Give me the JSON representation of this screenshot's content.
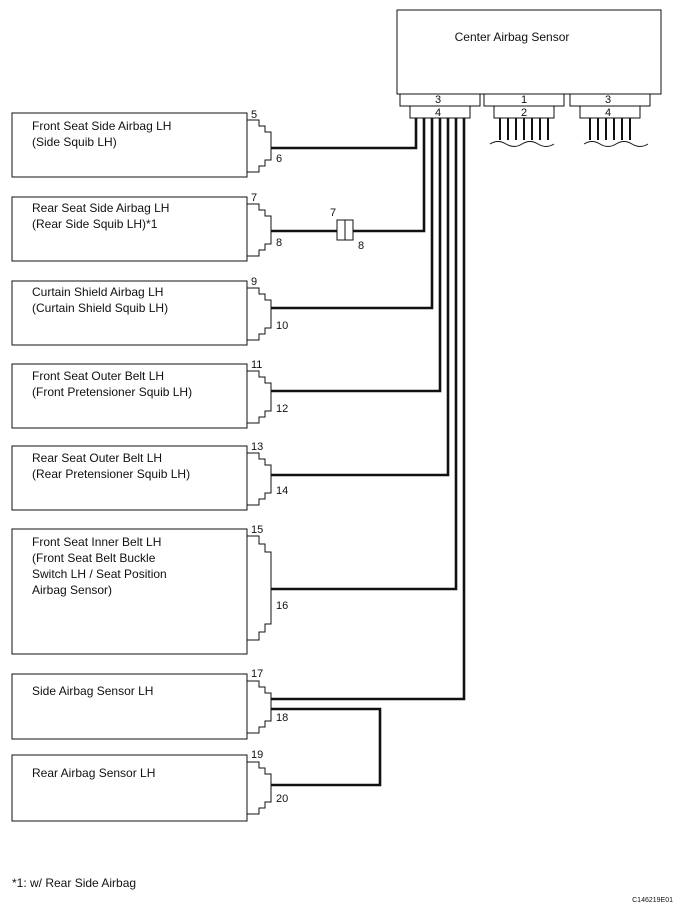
{
  "center": {
    "title": "Center Airbag Sensor",
    "connectors": [
      {
        "top": "3",
        "bottom": "4"
      },
      {
        "top": "1",
        "bottom": "2"
      },
      {
        "top": "3",
        "bottom": "4"
      }
    ]
  },
  "components": [
    {
      "lines": [
        "Front Seat Side Airbag LH",
        "(Side Squib LH)"
      ],
      "pin_top": "5",
      "pin_bottom": "6"
    },
    {
      "lines": [
        "Rear Seat Side Airbag LH",
        "(Rear Side Squib LH)*1"
      ],
      "pin_top": "7",
      "pin_bottom": "8"
    },
    {
      "lines": [
        "Curtain Shield Airbag LH",
        "(Curtain Shield Squib LH)"
      ],
      "pin_top": "9",
      "pin_bottom": "10"
    },
    {
      "lines": [
        "Front Seat Outer Belt LH",
        "(Front Pretensioner Squib LH)"
      ],
      "pin_top": "11",
      "pin_bottom": "12"
    },
    {
      "lines": [
        "Rear Seat Outer Belt LH",
        "(Rear Pretensioner Squib LH)"
      ],
      "pin_top": "13",
      "pin_bottom": "14"
    },
    {
      "lines": [
        "Front Seat Inner Belt LH",
        "(Front Seat Belt Buckle",
        "Switch LH / Seat Position",
        "Airbag Sensor)"
      ],
      "pin_top": "15",
      "pin_bottom": "16"
    },
    {
      "lines": [
        "Side Airbag Sensor LH"
      ],
      "pin_top": "17",
      "pin_bottom": "18"
    },
    {
      "lines": [
        "Rear Airbag Sensor LH"
      ],
      "pin_top": "19",
      "pin_bottom": "20"
    }
  ],
  "inline_connector": {
    "top": "7",
    "bottom": "8"
  },
  "footnote": "*1: w/ Rear Side Airbag",
  "figure_code": "C146219E01"
}
